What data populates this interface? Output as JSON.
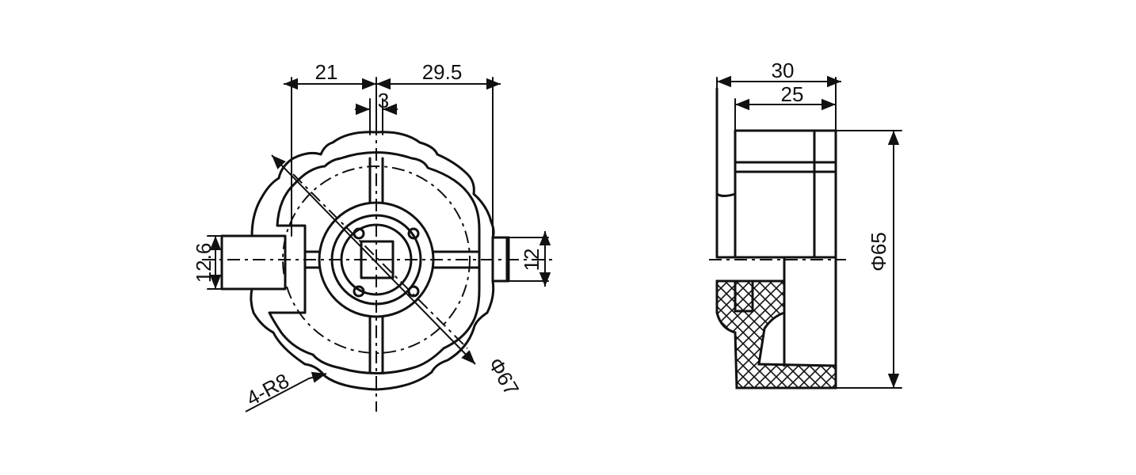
{
  "front_view": {
    "dim_left_width": "21",
    "dim_right_width": "29.5",
    "dim_center_slot": "3",
    "dim_left_tab": "12.6",
    "dim_right_tab": "12",
    "dim_radius": "4-R8",
    "dim_outer_diameter": "Φ67"
  },
  "side_view": {
    "dim_total_length": "30",
    "dim_body_length": "25",
    "dim_diameter": "Φ65"
  }
}
